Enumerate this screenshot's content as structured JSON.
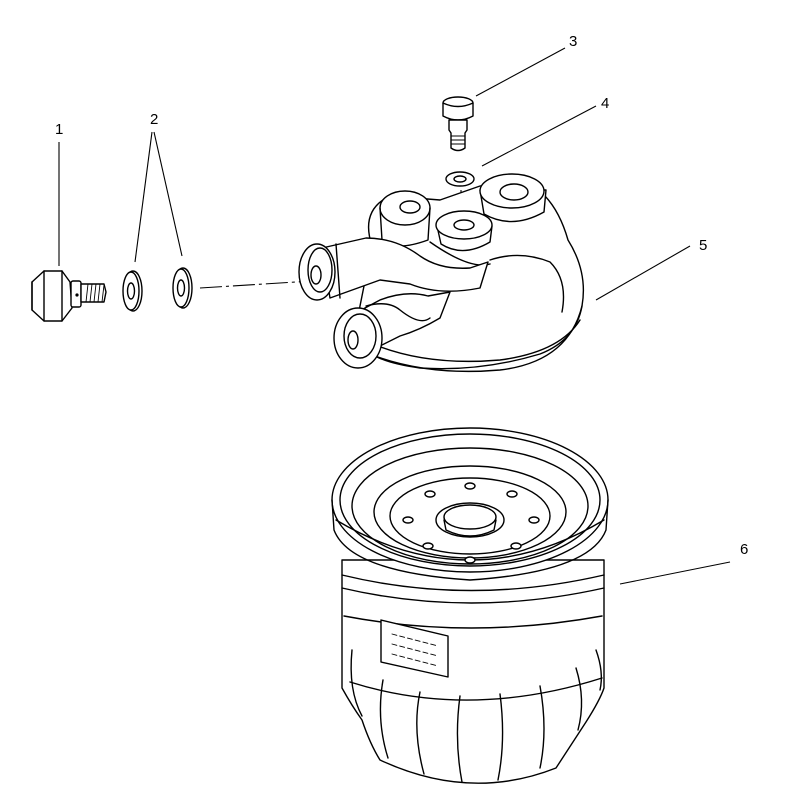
{
  "callouts": [
    {
      "id": "1",
      "label": "1"
    },
    {
      "id": "2",
      "label": "2"
    },
    {
      "id": "3",
      "label": "3"
    },
    {
      "id": "4",
      "label": "4"
    },
    {
      "id": "5",
      "label": "5"
    },
    {
      "id": "6",
      "label": "6"
    }
  ],
  "label_plate_text": "— — — —"
}
